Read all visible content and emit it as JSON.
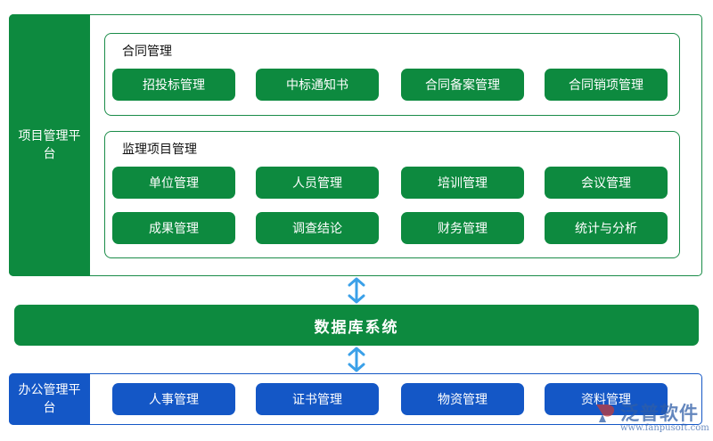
{
  "project_platform": {
    "label": "项目管理平台",
    "contract_group": {
      "title": "合同管理",
      "items": [
        "招投标管理",
        "中标通知书",
        "合同备案管理",
        "合同销项管理"
      ]
    },
    "supervision_group": {
      "title": "监理项目管理",
      "items": [
        "单位管理",
        "人员管理",
        "培训管理",
        "会议管理",
        "成果管理",
        "调查结论",
        "财务管理",
        "统计与分析"
      ]
    }
  },
  "database": {
    "label": "数据库系统"
  },
  "office_platform": {
    "label": "办公管理平台",
    "items": [
      "人事管理",
      "证书管理",
      "物资管理",
      "资料管理"
    ]
  },
  "watermark": {
    "brand": "泛普软件",
    "url": "www.fanpusoft.com"
  },
  "colors": {
    "green": "#0d8a3f",
    "blue": "#1457c6",
    "arrow": "#3aa0e8"
  }
}
